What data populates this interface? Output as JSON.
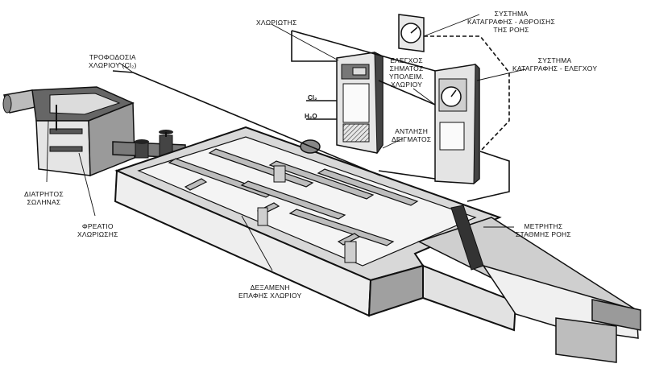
{
  "labels": {
    "chlorine_feed": [
      "ΤΡΟΦΟΔΟΣΙΑ",
      "ΧΛΩΡΙΟΥ (Cl₂)"
    ],
    "chlorinator": [
      "ΧΛΩΡΙΩΤΗΣ"
    ],
    "flow_recorder": [
      "ΣΥΣΤΗΜΑ",
      "ΚΑΤΑΓΡΑΦΗΣ - ΑΘΡΟΙΣΗΣ",
      "ΤΗΣ ΡΟΗΣ"
    ],
    "residual_signal": [
      "ΕΛΕΓΧΟΣ",
      "ΣΗΜΑΤΟΣ",
      "ΥΠΟΛΕΙΜ.",
      "ΧΛΩΡΙΟΥ"
    ],
    "control_recorder": [
      "ΣΥΣΤΗΜΑ",
      "ΚΑΤΑΓΡΑΦΗΣ - ΕΛΕΓΧΟΥ"
    ],
    "sample_pump": [
      "ΑΝΤΛΗΣΗ",
      "ΔΕΙΓΜΑΤΟΣ"
    ],
    "perforated_pipe": [
      "ΔΙΑΤΡΗΤΟΣ",
      "ΣΩΛΗΝΑΣ"
    ],
    "chlorination_well": [
      "ΦΡΕΑΤΙΟ",
      "ΧΛΩΡΙΩΣΗΣ"
    ],
    "flow_meter": [
      "ΜΕΤΡΗΤΗΣ",
      "ΣΤΑΘΜΗΣ ΡΟΗΣ"
    ],
    "contact_tank": [
      "ΔΕΞΑΜΕΝΗ",
      "ΕΠΑΦΗΣ ΧΛΩΡΙΟΥ"
    ]
  },
  "chem_labels": {
    "cl2": "Cl₂",
    "h2o": "H₂O"
  }
}
